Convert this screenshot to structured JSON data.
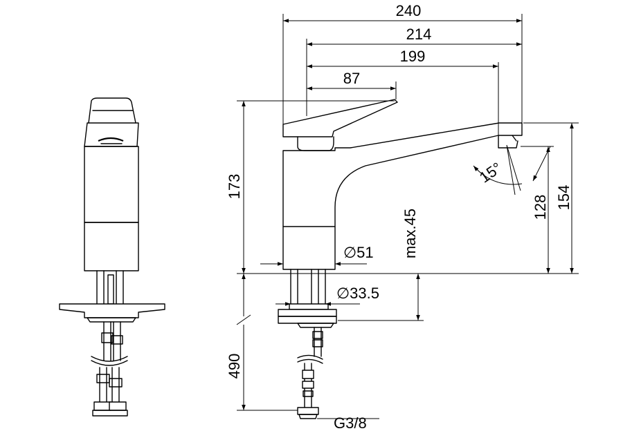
{
  "dimensions": {
    "total_width": "240",
    "to_handle_rear": "214",
    "to_outlet": "199",
    "handle_length": "87",
    "height": "173",
    "outlet_height_outer": "154",
    "outlet_height_inner": "128",
    "spout_angle": "15°",
    "body_diameter": "∅51",
    "thread_diameter": "∅33.5",
    "max_thickness": "max.45",
    "hose_length": "490",
    "connection_thread": "G3/8"
  }
}
